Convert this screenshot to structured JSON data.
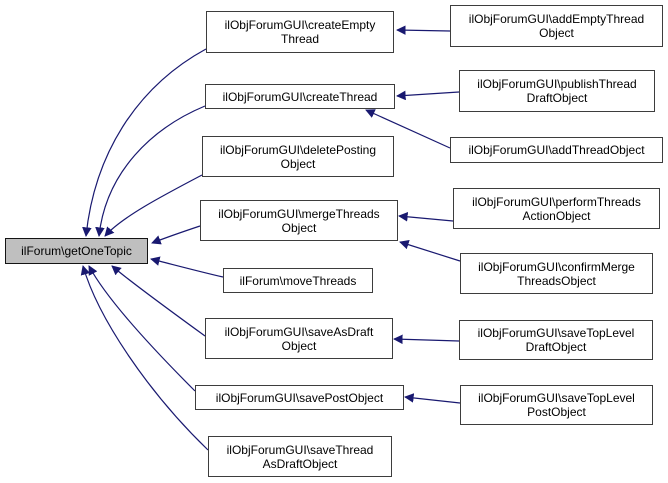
{
  "diagram": {
    "type": "call-graph",
    "colors": {
      "background": "#ffffff",
      "edge": "#191970",
      "node_fill": "#ffffff",
      "node_border": "#3d3d3d",
      "selected_fill": "#bfbfbf",
      "selected_border": "#141414",
      "text": "#000000"
    },
    "nodes": [
      {
        "id": "getOneTopic",
        "label": "ilForum\\getOneTopic",
        "lines": [
          "ilForum\\getOneTopic"
        ],
        "selected": true
      },
      {
        "id": "createEmptyThread",
        "label": "ilObjForumGUI\\createEmptyThread",
        "lines": [
          "ilObjForumGUI\\createEmpty",
          "Thread"
        ],
        "selected": false
      },
      {
        "id": "createThread",
        "label": "ilObjForumGUI\\createThread",
        "lines": [
          "ilObjForumGUI\\createThread"
        ],
        "selected": false
      },
      {
        "id": "deletePostingObject",
        "label": "ilObjForumGUI\\deletePostingObject",
        "lines": [
          "ilObjForumGUI\\deletePosting",
          "Object"
        ],
        "selected": false
      },
      {
        "id": "mergeThreadsObject",
        "label": "ilObjForumGUI\\mergeThreadsObject",
        "lines": [
          "ilObjForumGUI\\mergeThreads",
          "Object"
        ],
        "selected": false
      },
      {
        "id": "moveThreads",
        "label": "ilForum\\moveThreads",
        "lines": [
          "ilForum\\moveThreads"
        ],
        "selected": false
      },
      {
        "id": "saveAsDraftObject",
        "label": "ilObjForumGUI\\saveAsDraftObject",
        "lines": [
          "ilObjForumGUI\\saveAsDraft",
          "Object"
        ],
        "selected": false
      },
      {
        "id": "savePostObject",
        "label": "ilObjForumGUI\\savePostObject",
        "lines": [
          "ilObjForumGUI\\savePostObject"
        ],
        "selected": false
      },
      {
        "id": "saveThreadAsDraftObject",
        "label": "ilObjForumGUI\\saveThreadAsDraftObject",
        "lines": [
          "ilObjForumGUI\\saveThread",
          "AsDraftObject"
        ],
        "selected": false
      },
      {
        "id": "addEmptyThreadObject",
        "label": "ilObjForumGUI\\addEmptyThreadObject",
        "lines": [
          "ilObjForumGUI\\addEmptyThread",
          "Object"
        ],
        "selected": false
      },
      {
        "id": "publishThreadDraftObject",
        "label": "ilObjForumGUI\\publishThreadDraftObject",
        "lines": [
          "ilObjForumGUI\\publishThread",
          "DraftObject"
        ],
        "selected": false
      },
      {
        "id": "addThreadObject",
        "label": "ilObjForumGUI\\addThreadObject",
        "lines": [
          "ilObjForumGUI\\addThreadObject"
        ],
        "selected": false
      },
      {
        "id": "performThreadsActionObject",
        "label": "ilObjForumGUI\\performThreadsActionObject",
        "lines": [
          "ilObjForumGUI\\performThreads",
          "ActionObject"
        ],
        "selected": false
      },
      {
        "id": "confirmMergeThreadsObject",
        "label": "ilObjForumGUI\\confirmMergeThreadsObject",
        "lines": [
          "ilObjForumGUI\\confirmMerge",
          "ThreadsObject"
        ],
        "selected": false
      },
      {
        "id": "saveTopLevelDraftObject",
        "label": "ilObjForumGUI\\saveTopLevelDraftObject",
        "lines": [
          "ilObjForumGUI\\saveTopLevel",
          "DraftObject"
        ],
        "selected": false
      },
      {
        "id": "saveTopLevelPostObject",
        "label": "ilObjForumGUI\\saveTopLevelPostObject",
        "lines": [
          "ilObjForumGUI\\saveTopLevel",
          "PostObject"
        ],
        "selected": false
      }
    ],
    "edges": [
      {
        "from": "ilObjForumGUI\\createEmptyThread",
        "to": "ilForum\\getOneTopic"
      },
      {
        "from": "ilObjForumGUI\\createThread",
        "to": "ilForum\\getOneTopic"
      },
      {
        "from": "ilObjForumGUI\\deletePostingObject",
        "to": "ilForum\\getOneTopic"
      },
      {
        "from": "ilObjForumGUI\\mergeThreadsObject",
        "to": "ilForum\\getOneTopic"
      },
      {
        "from": "ilForum\\moveThreads",
        "to": "ilForum\\getOneTopic"
      },
      {
        "from": "ilObjForumGUI\\saveAsDraftObject",
        "to": "ilForum\\getOneTopic"
      },
      {
        "from": "ilObjForumGUI\\savePostObject",
        "to": "ilForum\\getOneTopic"
      },
      {
        "from": "ilObjForumGUI\\saveThreadAsDraftObject",
        "to": "ilForum\\getOneTopic"
      },
      {
        "from": "ilObjForumGUI\\addEmptyThreadObject",
        "to": "ilObjForumGUI\\createEmptyThread"
      },
      {
        "from": "ilObjForumGUI\\publishThreadDraftObject",
        "to": "ilObjForumGUI\\createThread"
      },
      {
        "from": "ilObjForumGUI\\addThreadObject",
        "to": "ilObjForumGUI\\createThread"
      },
      {
        "from": "ilObjForumGUI\\performThreadsActionObject",
        "to": "ilObjForumGUI\\mergeThreadsObject"
      },
      {
        "from": "ilObjForumGUI\\confirmMergeThreadsObject",
        "to": "ilObjForumGUI\\mergeThreadsObject"
      },
      {
        "from": "ilObjForumGUI\\saveTopLevelDraftObject",
        "to": "ilObjForumGUI\\saveAsDraftObject"
      },
      {
        "from": "ilObjForumGUI\\saveTopLevelPostObject",
        "to": "ilObjForumGUI\\savePostObject"
      }
    ]
  }
}
